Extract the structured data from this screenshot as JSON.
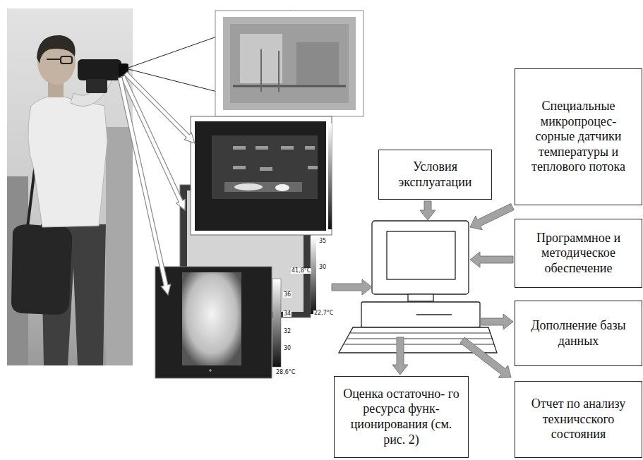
{
  "diagram": {
    "nodes": [
      {
        "text": [
          "Условия эксплуатации"
        ]
      },
      {
        "text": [
          "Специальные микропроцес- сорные датчики температуры и теплового потока"
        ]
      },
      {
        "text": [
          "Программное и методическое обеспечение"
        ]
      },
      {
        "text": [
          "Дополнение базы данных"
        ]
      },
      {
        "text": [
          "Оценка остаточно- го ресурса функ- ционирования (см. рис. 2)"
        ]
      },
      {
        "text": [
          "Отчет по анализу техничсского состояния"
        ]
      }
    ],
    "labels": [
      "41,8°C",
      "35",
      "30",
      "22,7°C",
      "36",
      "34",
      "32",
      "30",
      "28,6°C"
    ]
  }
}
